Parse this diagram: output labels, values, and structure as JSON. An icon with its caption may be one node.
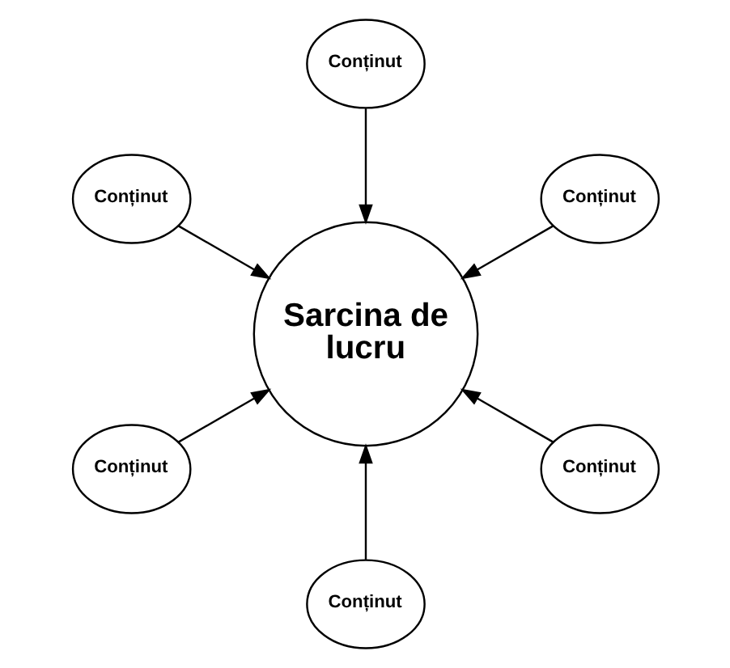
{
  "diagram": {
    "nodes": [
      {
        "text": [
          "Conținut"
        ]
      },
      {
        "text": [
          "Conținut"
        ]
      },
      {
        "text": [
          "Conținut"
        ]
      },
      {
        "text": [
          "Sarcina de lucru"
        ]
      },
      {
        "text": [
          "Conținut"
        ]
      },
      {
        "text": [
          "Conținut"
        ]
      },
      {
        "text": [
          "Conținut"
        ]
      }
    ],
    "edges": [
      {
        "from": 0,
        "to": 3,
        "arrow": "to"
      },
      {
        "from": 1,
        "to": 3,
        "arrow": "to"
      },
      {
        "from": 2,
        "to": 3,
        "arrow": "to"
      },
      {
        "from": 4,
        "to": 3,
        "arrow": "to"
      },
      {
        "from": 5,
        "to": 3,
        "arrow": "to"
      },
      {
        "from": 6,
        "to": 3,
        "arrow": "to"
      }
    ]
  }
}
